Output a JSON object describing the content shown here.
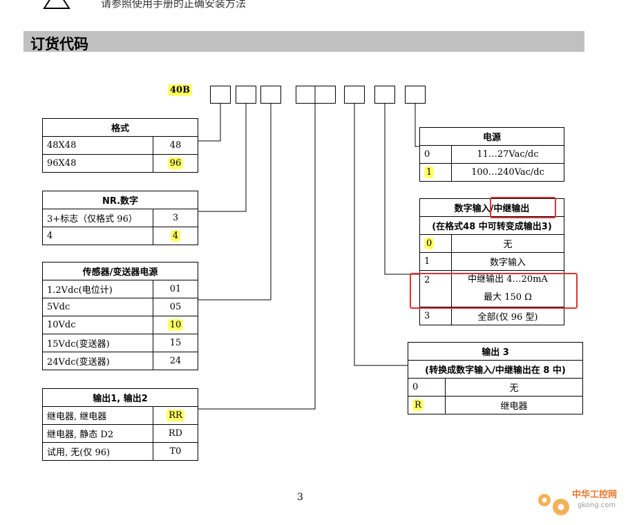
{
  "top_note": "请参照使用手册的正确安装方法",
  "section_title": "订货代码",
  "model_code": "40B",
  "tables": {
    "format": {
      "title": "格式",
      "rows": [
        [
          "48X48",
          "48"
        ],
        [
          "96X48",
          "96"
        ]
      ]
    },
    "nr_digits": {
      "title": "NR.数字",
      "rows": [
        [
          "3+标志（仅格式  96）",
          "3"
        ],
        [
          "4",
          "4"
        ]
      ]
    },
    "sensor_power": {
      "title": "传感器/变送器电源",
      "rows": [
        [
          "1.2Vdc(电位计)",
          "01"
        ],
        [
          "5Vdc",
          "05"
        ],
        [
          "10Vdc",
          "10"
        ],
        [
          "15Vdc(变送器)",
          "15"
        ],
        [
          "24Vdc(变送器)",
          "24"
        ]
      ]
    },
    "outputs12": {
      "title": "输出1,   输出2",
      "rows": [
        [
          "继电器, 继电器",
          "RR"
        ],
        [
          "继电器, 静态  D2",
          "RD"
        ],
        [
          "试用, 无(仅  96)",
          "T0"
        ]
      ]
    },
    "power": {
      "title": "电源",
      "rows": [
        [
          "0",
          "11…27Vac/dc"
        ],
        [
          "1",
          "100…240Vac/dc"
        ]
      ]
    },
    "digital_input": {
      "title1": "数字输入/中继输出",
      "title2": "(在格式48 中可转变成输出3)",
      "rows": [
        [
          "0",
          "无"
        ],
        [
          "1",
          "数字输入"
        ],
        [
          "2",
          "中继输出 4…20mA"
        ],
        [
          "3",
          "全部(仅  96 型)"
        ]
      ],
      "row2_line2": "最大 150 Ω"
    },
    "output3": {
      "title1": "输出  3",
      "title2": "(转换成数字输入/中继输出在  8 中)",
      "rows": [
        [
          "0",
          "无"
        ],
        [
          "R",
          "继电器"
        ]
      ]
    }
  },
  "page_number": "3",
  "watermark": {
    "text1": "中华工控网",
    "text2": "gkong.com"
  }
}
